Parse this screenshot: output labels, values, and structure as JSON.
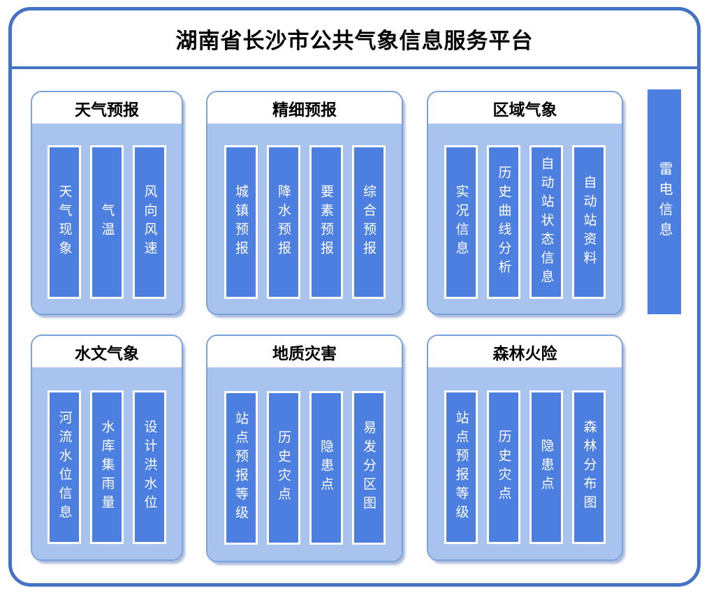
{
  "title": "湖南省长沙市公共气象信息服务平台",
  "panels": [
    {
      "title": "天气预报",
      "items": [
        "天气现象",
        "气温",
        "风向风速"
      ]
    },
    {
      "title": "精细预报",
      "items": [
        "城镇预报",
        "降水预报",
        "要素预报",
        "综合预报"
      ]
    },
    {
      "title": "区域气象",
      "items": [
        "实况信息",
        "历史曲线分析",
        "自动站状态信息",
        "自动站资料"
      ]
    },
    {
      "title": "水文气象",
      "items": [
        "河流水位信息",
        "水库集雨量",
        "设计洪水位"
      ]
    },
    {
      "title": "地质灾害",
      "items": [
        "站点预报等级",
        "历史灾点",
        "隐患点",
        "易发分区图"
      ]
    },
    {
      "title": "森林火险",
      "items": [
        "站点预报等级",
        "历史灾点",
        "隐患点",
        "森林分布图"
      ]
    }
  ],
  "side_item": {
    "label": "雷电信息"
  },
  "colors": {
    "frame_border": "#4472c4",
    "panel_border": "#7aa3dc",
    "panel_body": "#a8c3ee",
    "bar_fill": "#4c7fdf",
    "bar_border": "#ffffff",
    "bar_text": "#ffffff",
    "title_text": "#000000"
  }
}
